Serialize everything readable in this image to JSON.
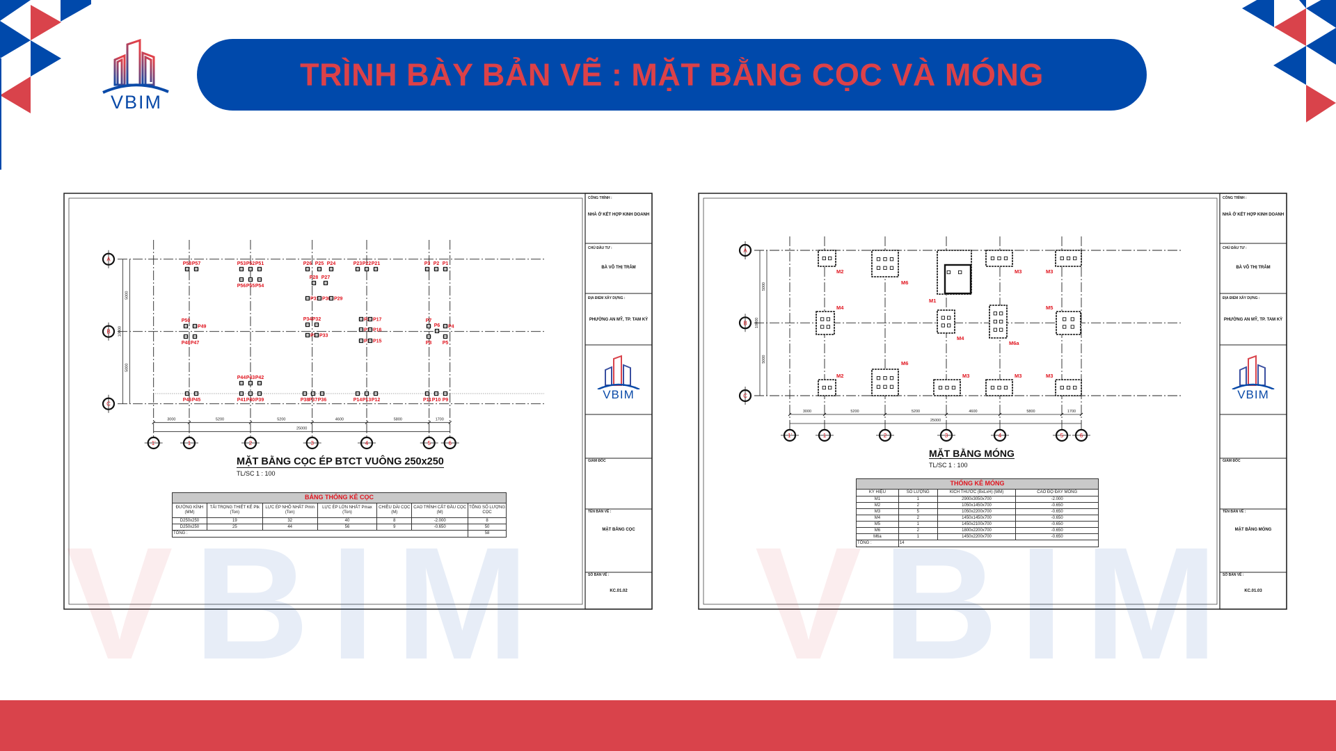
{
  "header": {
    "title": "TRÌNH BÀY BẢN VẼ : MẶT BẰNG CỌC VÀ MÓNG",
    "logo_text": "VBIM"
  },
  "colors": {
    "blue": "#0049ab",
    "red": "#d9434b",
    "label_red": "#e0141e"
  },
  "watermark": {
    "v": "V",
    "bim": "BIM"
  },
  "left": {
    "rows": [
      "A",
      "B",
      "C"
    ],
    "cols": [
      "1'",
      "1",
      "2",
      "3",
      "4",
      "5",
      "6"
    ],
    "dims_bottom": [
      "3000",
      "5200",
      "5200",
      "4600",
      "5800",
      "1700"
    ],
    "dim_total": "25000",
    "dims_left": [
      "5000",
      "5000"
    ],
    "dim_left_total": "10000",
    "piles": [
      "P58",
      "P57",
      "P53",
      "P52",
      "P51",
      "P56",
      "P55",
      "P54",
      "P26",
      "P25",
      "P24",
      "P28",
      "P27",
      "P31",
      "P30",
      "P29",
      "P23",
      "P22",
      "P21",
      "P3",
      "P2",
      "P1",
      "P50",
      "P49",
      "P48",
      "P47",
      "P34",
      "P32",
      "P35",
      "P33",
      "P20",
      "P17",
      "P19",
      "P16",
      "P18",
      "P15",
      "P7",
      "P4",
      "P6",
      "P8",
      "P5",
      "P46",
      "P45",
      "P44",
      "P43",
      "P42",
      "P41",
      "P40",
      "P39",
      "P38",
      "P37",
      "P36",
      "P14",
      "P13",
      "P12",
      "P11",
      "P10",
      "P9"
    ],
    "plan_title": "MẶT BẰNG CỌC ÉP BTCT VUÔNG 250x250",
    "plan_scale": "TL/SC   1 : 100",
    "table": {
      "title": "BẢNG THỐNG KÊ CỌC",
      "headers": [
        "ĐƯỜNG KÍNH (MM)",
        "TẢI TRỌNG THIẾT KẾ Ptk (Ton)",
        "LỰC ÉP NHỎ NHẤT Pmin (Ton)",
        "LỰC ÉP LỚN NHẤT Pmax (Ton)",
        "CHIỀU DÀI CỌC (M)",
        "CAO TRÌNH CẮT ĐẦU CỌC (M)",
        "TỔNG SỐ LƯỢNG CỌC"
      ],
      "rows": [
        [
          "D250x250",
          "19",
          "32",
          "40",
          "8",
          "-2.000",
          "8"
        ],
        [
          "D250x250",
          "25",
          "44",
          "56",
          "9",
          "-0.650",
          "50"
        ]
      ],
      "total_label": "TỔNG :",
      "total_value": "58"
    },
    "title_block": {
      "project_label": "CÔNG TRÌNH :",
      "project": "NHÀ Ở KẾT HỢP KINH DOANH",
      "owner_label": "CHỦ ĐẦU TƯ :",
      "owner": "BÀ VÕ THỊ TRÂM",
      "location_label": "ĐỊA ĐIỂM XÂY DỰNG :",
      "location": "PHƯỜNG AN MỸ, TP. TAM KỲ",
      "logo": "VBIM",
      "director_label": "GIÁM ĐỐC",
      "drawing_name_label": "TÊN BẢN VẼ :",
      "drawing_name": "MẶT BẰNG CỌC",
      "drawing_no_label": "SỐ BẢN VẼ :",
      "drawing_no": "KC.01.02"
    }
  },
  "right": {
    "rows": [
      "A",
      "B",
      "C"
    ],
    "cols": [
      "1'",
      "1",
      "2",
      "3",
      "4",
      "5",
      "6"
    ],
    "dims_bottom": [
      "3000",
      "5200",
      "5200",
      "4600",
      "5800",
      "1700"
    ],
    "dim_total": "25000",
    "dims_left": [
      "5000",
      "5000"
    ],
    "dim_left_total": "10000",
    "footings": [
      "M2",
      "M6",
      "M1",
      "M3",
      "M3",
      "M4",
      "M4",
      "M6a",
      "M5",
      "M2",
      "M6",
      "M3",
      "M3",
      "M3"
    ],
    "plan_title": "MẶT BẰNG MÓNG",
    "plan_scale": "TL/SC   1 : 100",
    "table": {
      "title": "THỐNG KÊ MÓNG",
      "headers": [
        "KÝ HIỆU",
        "SỐ LƯỢNG",
        "KÍCH THƯỚC (BxLxH) (MM)",
        "CAO ĐỘ ĐÁY MÓNG"
      ],
      "rows": [
        [
          "M1",
          "1",
          "2900x3050x700",
          "-2.000"
        ],
        [
          "M2",
          "2",
          "1050x1450x700",
          "-0.650"
        ],
        [
          "M3",
          "5",
          "1050x2200x700",
          "-0.650"
        ],
        [
          "M4",
          "2",
          "1450x1450x700",
          "-0.650"
        ],
        [
          "M5",
          "1",
          "1450x2100x700",
          "-0.650"
        ],
        [
          "M6",
          "2",
          "1800x2200x700",
          "-0.650"
        ],
        [
          "M6a",
          "1",
          "1450x2200x700",
          "-0.650"
        ]
      ],
      "total_label": "TỔNG :",
      "total_value": "14"
    },
    "title_block": {
      "project_label": "CÔNG TRÌNH :",
      "project": "NHÀ Ở KẾT HỢP KINH DOANH",
      "owner_label": "CHỦ ĐẦU TƯ :",
      "owner": "BÀ VÕ THỊ TRÂM",
      "location_label": "ĐỊA ĐIỂM XÂY DỰNG :",
      "location": "PHƯỜNG AN MỸ, TP. TAM KỲ",
      "logo": "VBIM",
      "director_label": "GIÁM ĐỐC",
      "drawing_name_label": "TÊN BẢN VẼ :",
      "drawing_name": "MẶT BẰNG MÓNG",
      "drawing_no_label": "SỐ BẢN VẼ :",
      "drawing_no": "KC.01.03"
    }
  }
}
